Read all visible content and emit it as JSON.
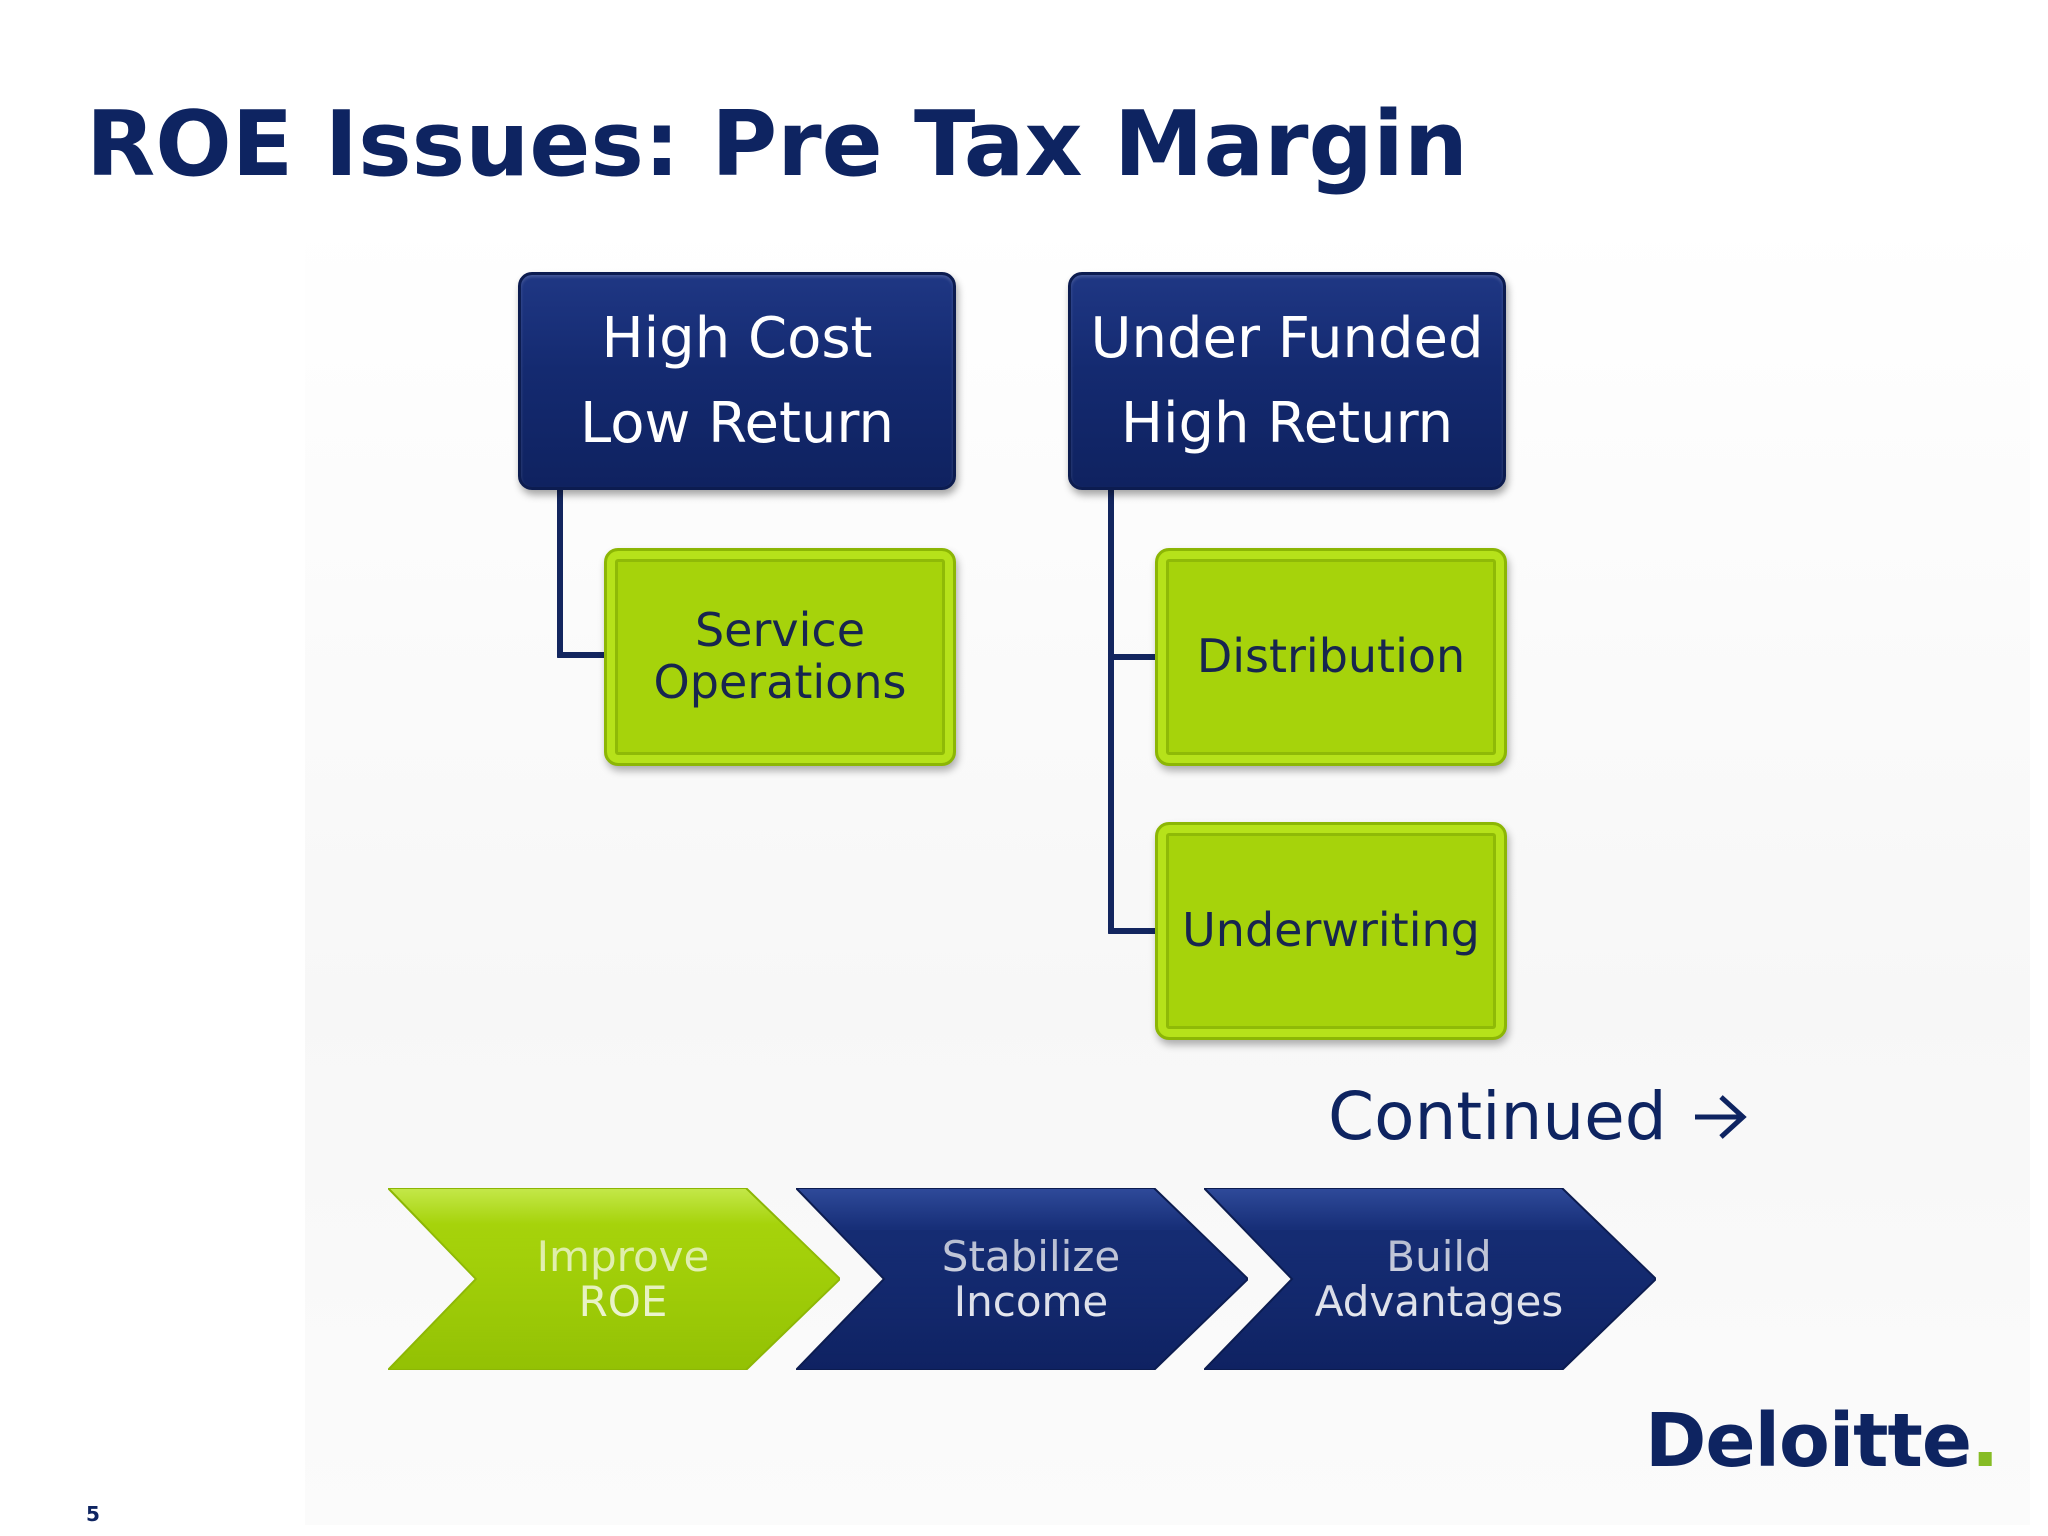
{
  "slide": {
    "title": "ROE Issues: Pre Tax Margin",
    "page_number": "5",
    "continued": "Continued"
  },
  "diagram": {
    "groups": [
      {
        "header": [
          "High Cost",
          "Low Return"
        ],
        "children": [
          [
            "Service",
            "Operations"
          ]
        ]
      },
      {
        "header": [
          "Under Funded",
          "High Return"
        ],
        "children": [
          [
            "Distribution"
          ],
          [
            "Underwriting"
          ]
        ]
      }
    ]
  },
  "process": {
    "steps": [
      {
        "line1": "Improve",
        "line2": "ROE",
        "color": "#a3d10c"
      },
      {
        "line1": "Stabilize",
        "line2": "Income",
        "color": "#13286a"
      },
      {
        "line1": "Build",
        "line2": "Advantages",
        "color": "#13286a"
      }
    ]
  },
  "logo": {
    "text": "Deloitte",
    "dot": ".",
    "dot_color": "#86bc25"
  },
  "colors": {
    "navy": "#0e2461",
    "green": "#a6d30b"
  },
  "icons": {
    "continued_arrow": "right-arrow-icon"
  }
}
